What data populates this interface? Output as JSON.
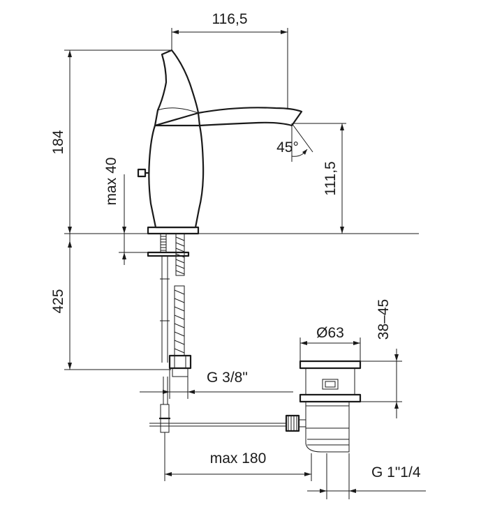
{
  "dimensions": {
    "spout_reach": "116,5",
    "total_height": "184",
    "spout_height": "111,5",
    "spout_angle": "45°",
    "max_deck_thickness": "max 40",
    "hose_length": "425",
    "supply_connection": "G 3/8\"",
    "waste_diameter": "Ø63",
    "waste_height": "38–45",
    "pull_rod_length": "max 180",
    "waste_connection": "G 1\"1/4"
  }
}
